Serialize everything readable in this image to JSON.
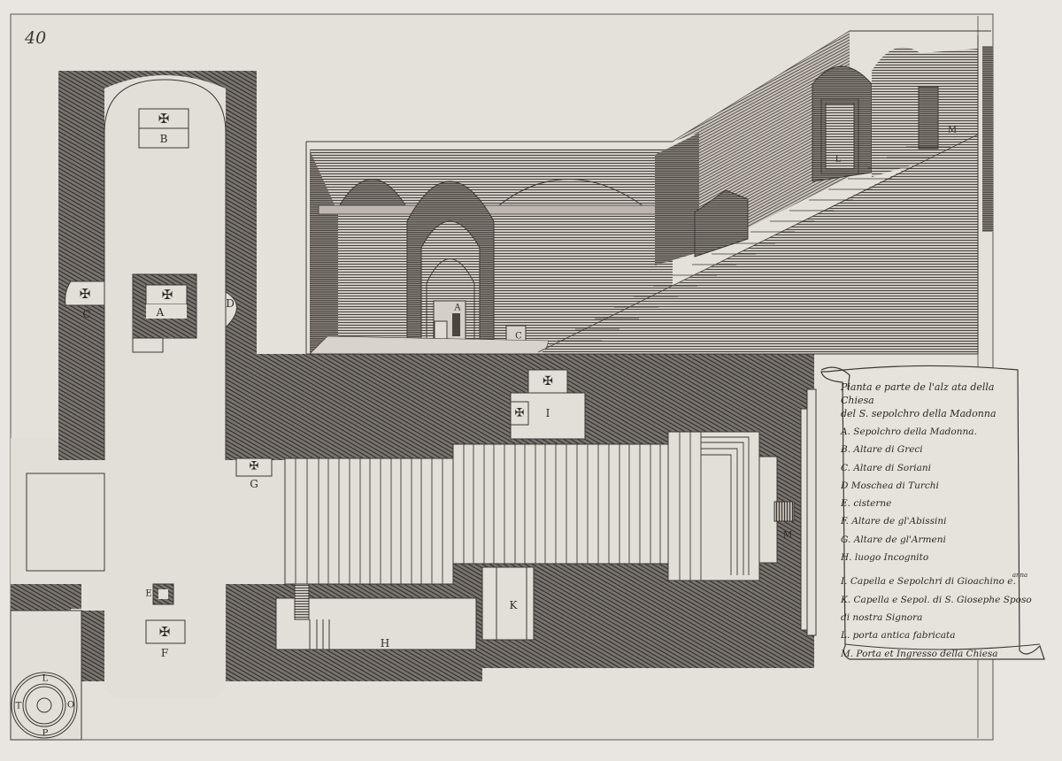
{
  "page_number": "40",
  "colors": {
    "paper": "#e9e6e1",
    "paper_inner": "#e4e0da",
    "ink": "#2e2a27",
    "hatch_dark": "#3b3734",
    "floor_light": "#dedad3"
  },
  "legend": {
    "title_line1": "Pianta e parte de l'alz ata della Chiesa",
    "title_line2": "del S. sepolchro della Madonna",
    "items": [
      {
        "key": "A",
        "text": "A. Sepolchro della Madonna."
      },
      {
        "key": "B",
        "text": "B. Altare di Greci"
      },
      {
        "key": "C",
        "text": "C. Altare di Soriani"
      },
      {
        "key": "D",
        "text": "D Moschea di Turchi"
      },
      {
        "key": "E",
        "text": "E. cisterne"
      },
      {
        "key": "F",
        "text": "F. Altare de gl'Abissini"
      },
      {
        "key": "G",
        "text": "G. Altare de gl'Armeni"
      },
      {
        "key": "H",
        "text": "H. luogo Incognito"
      },
      {
        "key": "I",
        "text": "I. Capella e Sepolchri di Gioachino e.",
        "superscript": "anna"
      },
      {
        "key": "K",
        "text": "K. Capella e Sepol. di S. Giosephe Sposo"
      },
      {
        "key": "K2",
        "text": "di nostra Signora"
      },
      {
        "key": "L",
        "text": "L.   porta antica fabricata"
      },
      {
        "key": "M",
        "text": "M. Porta et Ingresso della Chiesa"
      }
    ]
  },
  "plan_labels": {
    "A": "A",
    "B": "B",
    "C": "C",
    "D": "D",
    "E": "E",
    "F": "F",
    "G": "G",
    "H": "H",
    "I": "I",
    "K": "K",
    "M": "M"
  },
  "elevation_labels": {
    "A": "A",
    "C": "C",
    "L": "L",
    "M": "M"
  },
  "compass": {
    "top": "L",
    "left": "T",
    "right": "O",
    "bottom": "P"
  },
  "cross_glyph": "✠"
}
